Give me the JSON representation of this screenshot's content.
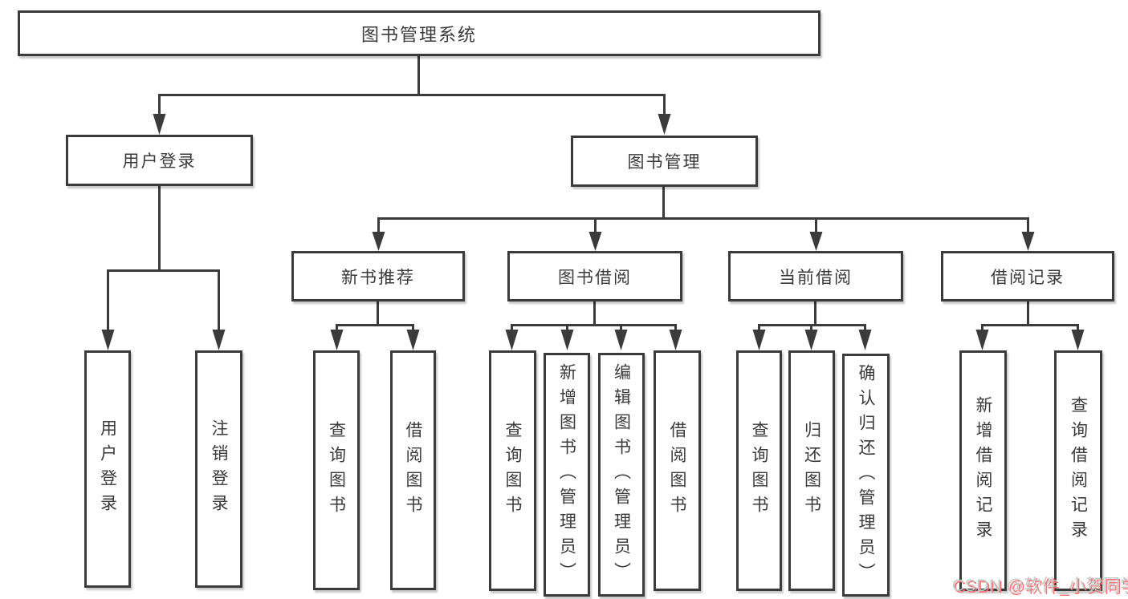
{
  "nodes": {
    "root": "图书管理系统",
    "user_login": "用户登录",
    "book_mgmt": "图书管理",
    "new_book_rec": "新书推荐",
    "book_borrow": "图书借阅",
    "current_borrow": "当前借阅",
    "borrow_records": "借阅记录",
    "leaf_user_login": "用户登录",
    "leaf_logout": "注销登录",
    "leaf_rec_query": "查询图书",
    "leaf_rec_borrow": "借阅图书",
    "leaf_bb_query": "查询图书",
    "leaf_bb_add": "新增图书（管理员）",
    "leaf_bb_edit": "编辑图书（管理员）",
    "leaf_bb_borrow": "借阅图书",
    "leaf_cb_query": "查询图书",
    "leaf_cb_return": "归还图书",
    "leaf_cb_confirm": "确认归还（管理员）",
    "leaf_br_add": "新增借阅记录",
    "leaf_br_query": "查询借阅记录"
  },
  "watermark": "CSDN @软件_小贺同学",
  "colors": {
    "line": "#3b3b3b",
    "text": "#3a3a3a",
    "background": "#ffffff",
    "watermark_text": "#c6c6c6",
    "watermark_shadow": "#fb7170"
  }
}
